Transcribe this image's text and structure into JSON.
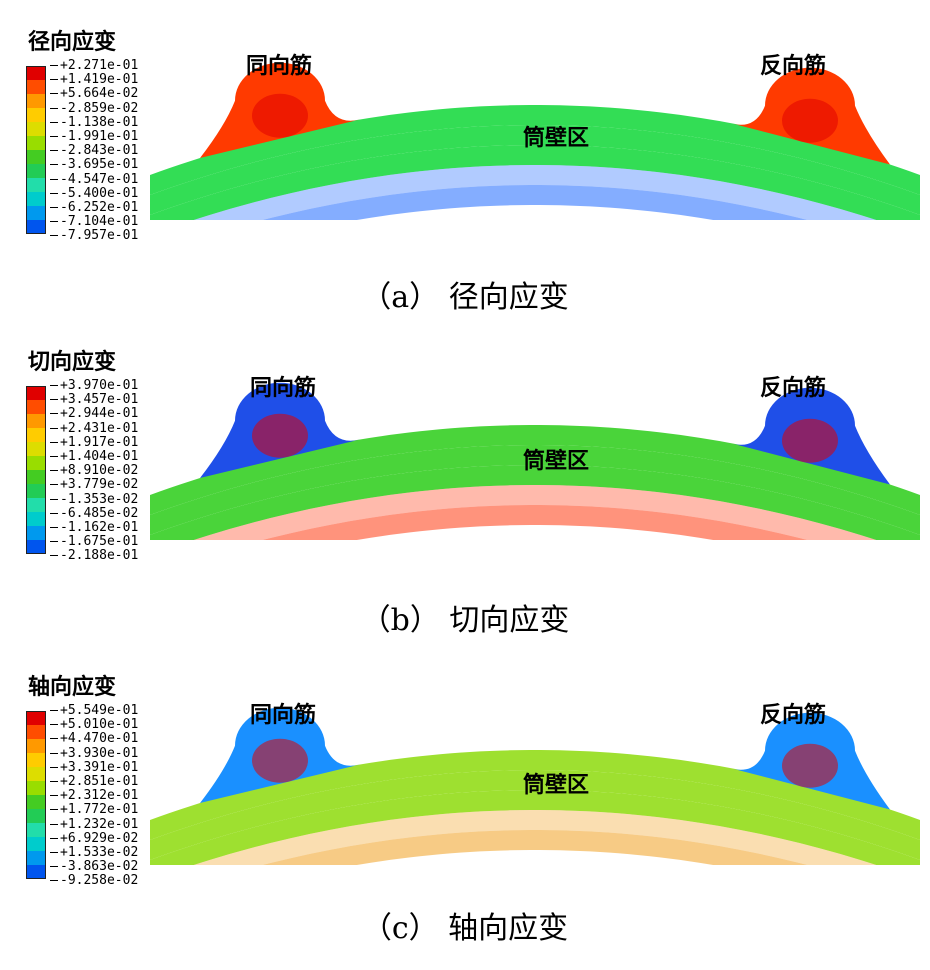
{
  "panels": [
    {
      "legend_title": "径向应变",
      "legend_values": [
        "+2.271e-01",
        "+1.419e-01",
        "+5.664e-02",
        "-2.859e-02",
        "-1.138e-01",
        "-1.991e-01",
        "-2.843e-01",
        "-3.695e-01",
        "-4.547e-01",
        "-5.400e-01",
        "-6.252e-01",
        "-7.104e-01",
        "-7.957e-01"
      ],
      "labels": {
        "left_rib": "同向筋",
        "right_rib": "反向筋",
        "wall": "筒壁区"
      },
      "caption": "（a） 径向应变",
      "fields": {
        "ribs_color": "#ff3a00",
        "wall_color": "#33dd55",
        "inner_color": "#1f6aff"
      }
    },
    {
      "legend_title": "切向应变",
      "legend_values": [
        "+3.970e-01",
        "+3.457e-01",
        "+2.944e-01",
        "+2.431e-01",
        "+1.917e-01",
        "+1.404e-01",
        "+8.910e-02",
        "+3.779e-02",
        "-1.353e-02",
        "-6.485e-02",
        "-1.162e-01",
        "-1.675e-01",
        "-2.188e-01"
      ],
      "labels": {
        "left_rib": "同向筋",
        "right_rib": "反向筋",
        "wall": "筒壁区"
      },
      "caption": "（b） 切向应变",
      "fields": {
        "ribs_color": "#1f4fe8",
        "wall_color": "#4ad43a",
        "inner_color": "#ff3a10"
      }
    },
    {
      "legend_title": "轴向应变",
      "legend_values": [
        "+5.549e-01",
        "+5.010e-01",
        "+4.470e-01",
        "+3.930e-01",
        "+3.391e-01",
        "+2.851e-01",
        "+2.312e-01",
        "+1.772e-01",
        "+1.232e-01",
        "+6.929e-02",
        "+1.533e-02",
        "-3.863e-02",
        "-9.258e-02"
      ],
      "labels": {
        "left_rib": "同向筋",
        "right_rib": "反向筋",
        "wall": "筒壁区"
      },
      "caption": "（c） 轴向应变",
      "fields": {
        "ribs_color": "#1a90ff",
        "wall_color": "#9ee030",
        "inner_color": "#f0a020"
      }
    }
  ],
  "colormap": [
    "#e00000",
    "#ff4d00",
    "#ff9900",
    "#ffcc00",
    "#dddd00",
    "#99dd00",
    "#44cc22",
    "#22cc55",
    "#22ddaa",
    "#00cccc",
    "#0099ee",
    "#0055ee",
    "#0000cc"
  ]
}
